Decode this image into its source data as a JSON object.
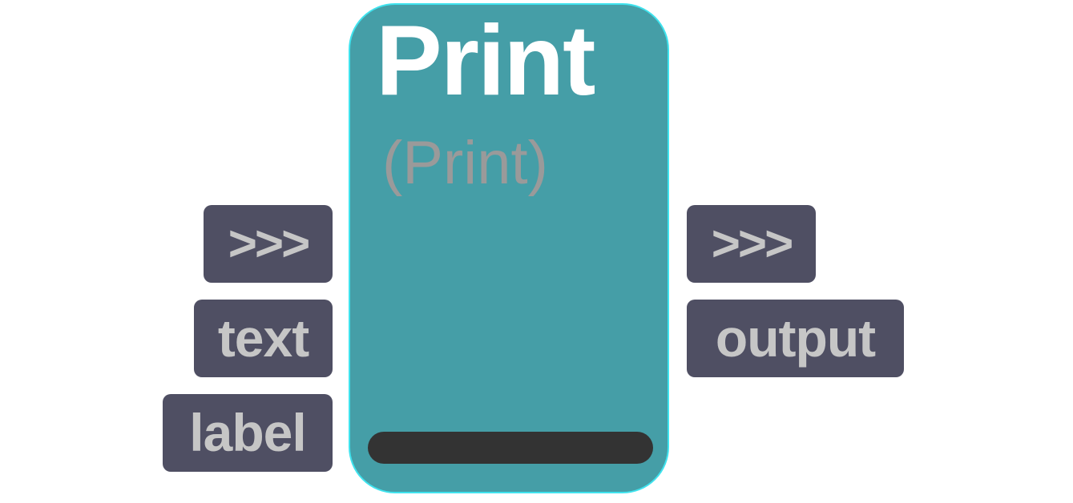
{
  "node": {
    "title": "Print",
    "subtitle": "(Print)",
    "colors": {
      "fill": "#459ea7",
      "border": "#3fe3ee",
      "title_text": "#ffffff",
      "subtitle_text": "#9a9a9a",
      "bar": "#333333"
    }
  },
  "inputs": [
    {
      "label": ">>>",
      "kind": "exec"
    },
    {
      "label": "text",
      "kind": "data"
    },
    {
      "label": "label",
      "kind": "data"
    }
  ],
  "outputs": [
    {
      "label": ">>>",
      "kind": "exec"
    },
    {
      "label": "output",
      "kind": "data"
    }
  ],
  "port_colors": {
    "fill": "#4f4f63",
    "text": "#c6c6c6"
  }
}
